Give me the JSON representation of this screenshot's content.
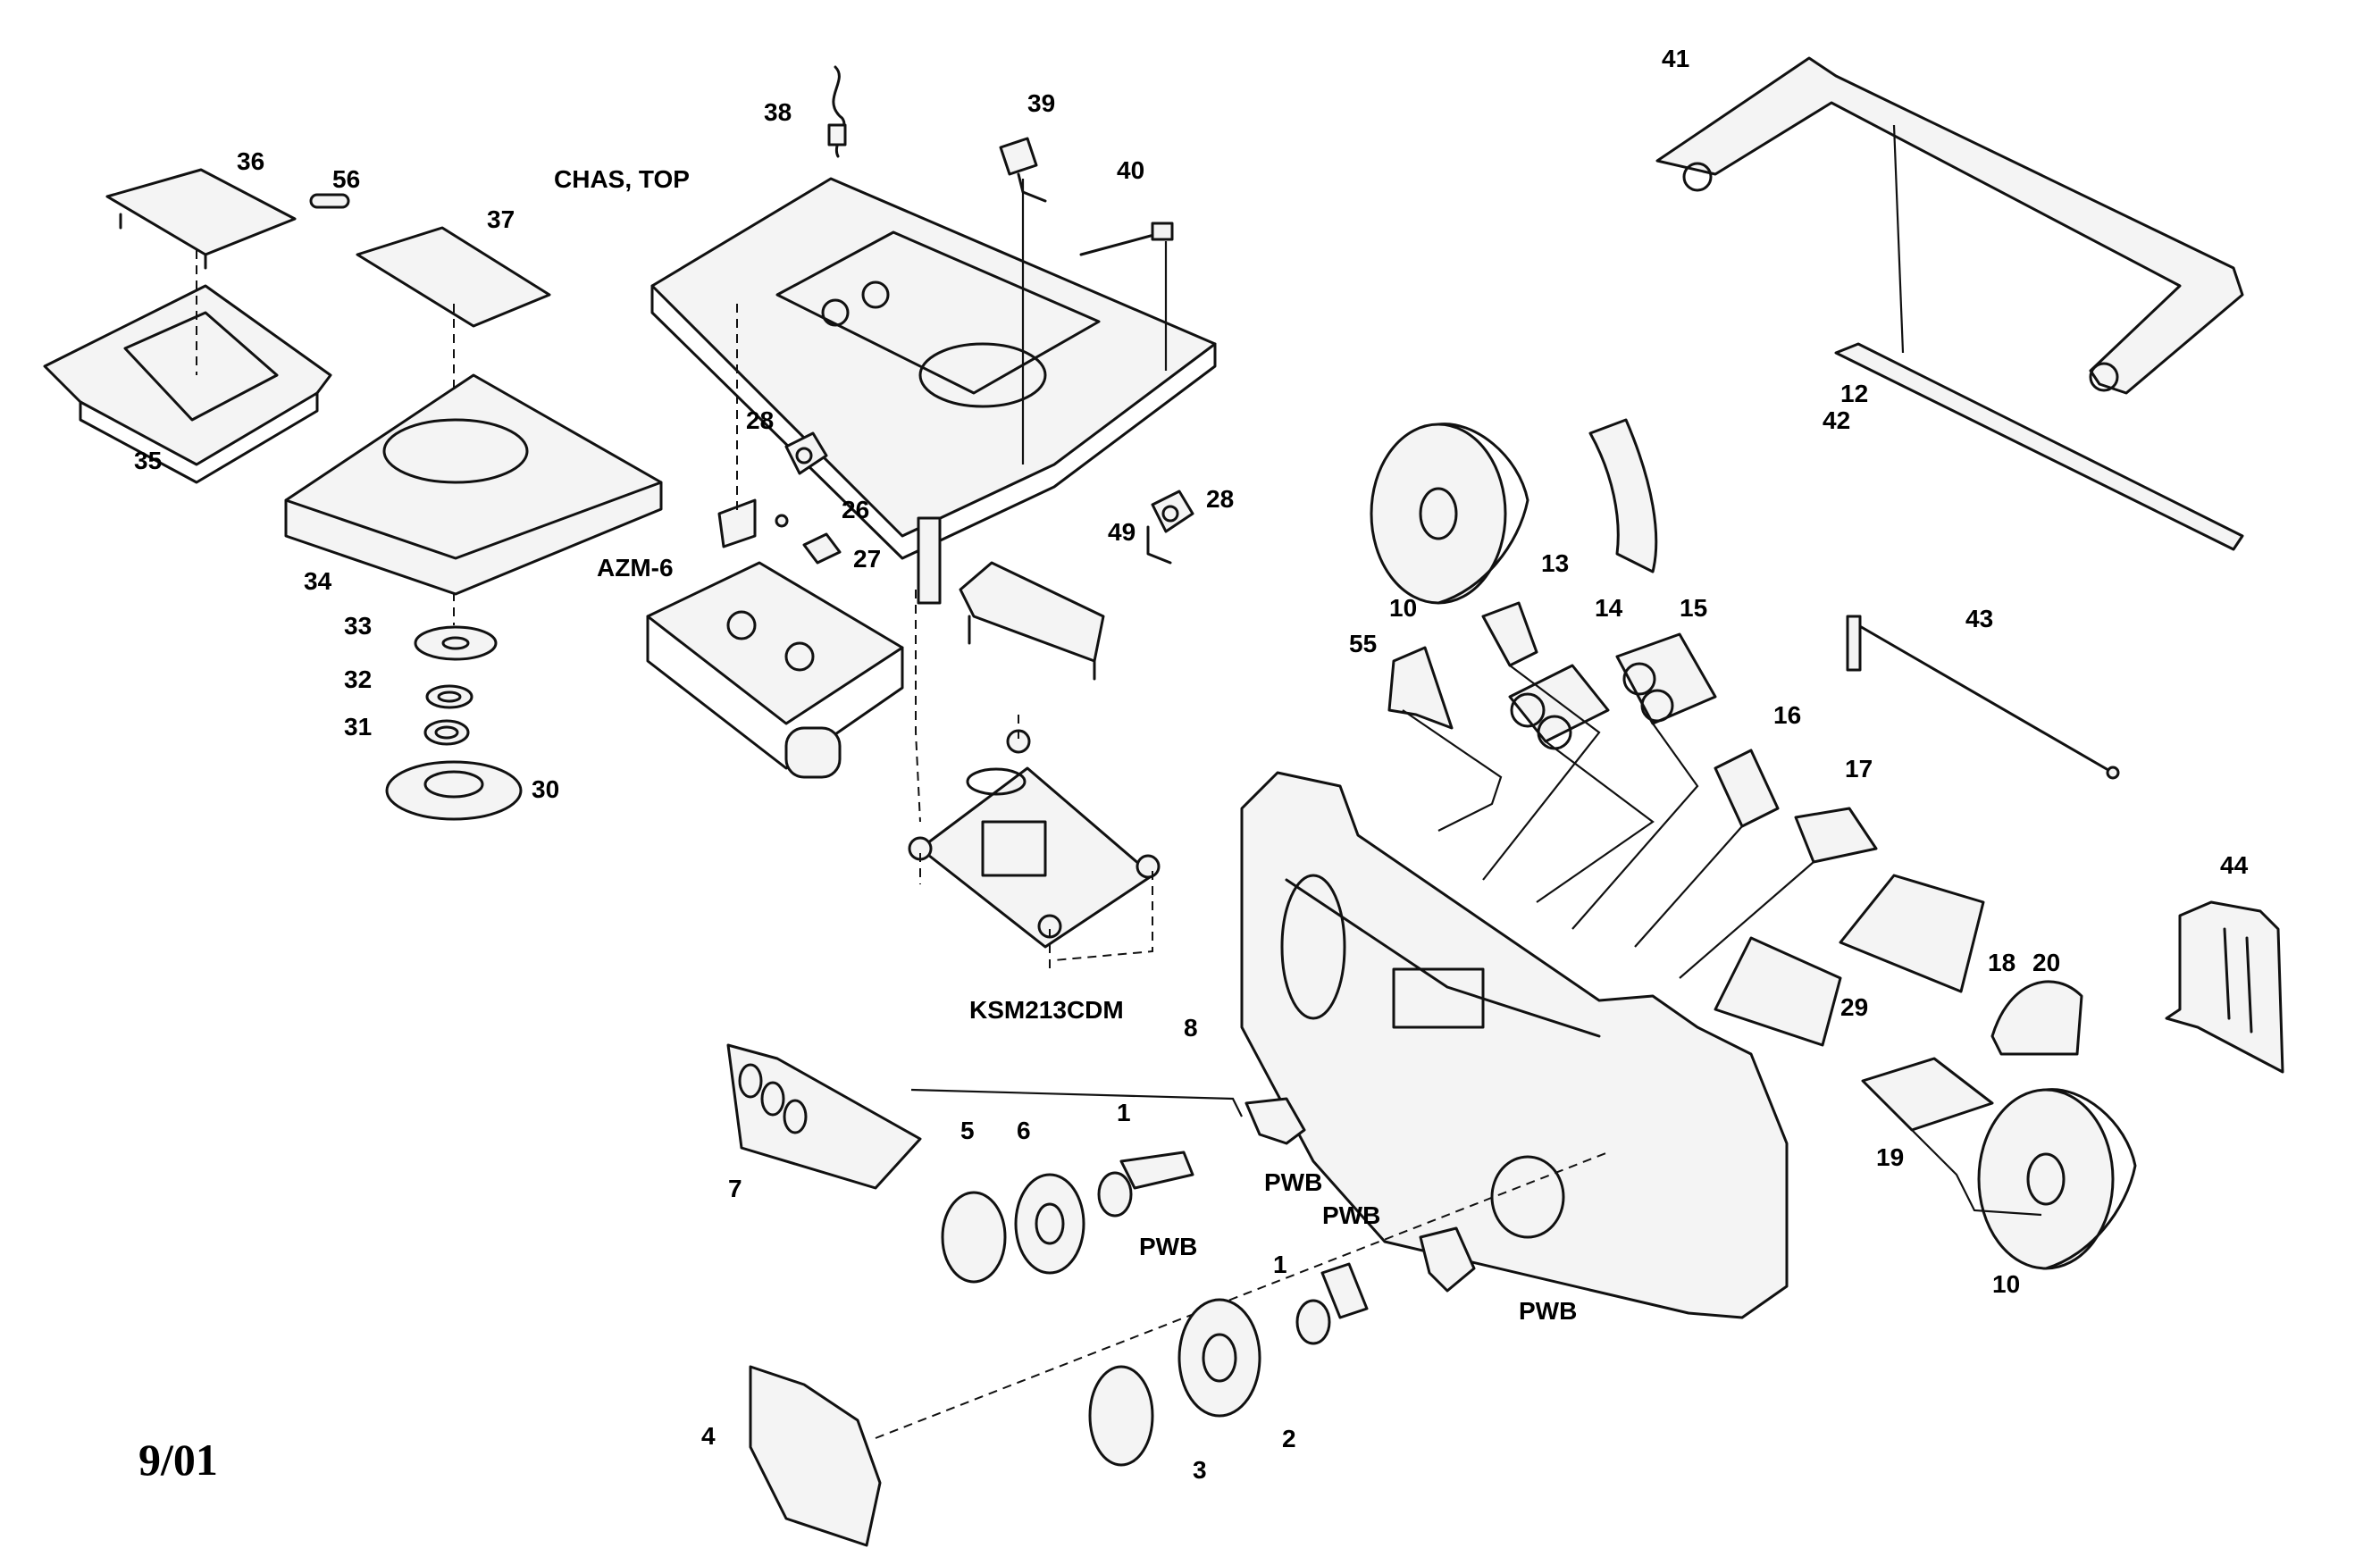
{
  "footer": {
    "date": "9/01"
  },
  "labels": {
    "l1a": "1",
    "l1b": "1",
    "l2": "2",
    "l3": "3",
    "l4": "4",
    "l5": "5",
    "l6": "6",
    "l7": "7",
    "l8": "8",
    "l10a": "10",
    "l10b": "10",
    "l12": "12",
    "l13": "13",
    "l14": "14",
    "l15": "15",
    "l16": "16",
    "l17": "17",
    "l18": "18",
    "l19": "19",
    "l20": "20",
    "l26": "26",
    "l27": "27",
    "l28a": "28",
    "l28b": "28",
    "l29": "29",
    "l30": "30",
    "l31": "31",
    "l32": "32",
    "l33": "33",
    "l34": "34",
    "l35": "35",
    "l36": "36",
    "l37": "37",
    "l38": "38",
    "l39": "39",
    "l40": "40",
    "l41": "41",
    "l42": "42",
    "l43": "43",
    "l44": "44",
    "l49": "49",
    "l55": "55",
    "l56": "56",
    "chas": "CHAS, TOP",
    "azm": "AZM-6",
    "ksm": "KSM213CDM",
    "pwb1": "PWB",
    "pwb2": "PWB",
    "pwb3": "PWB",
    "pwb4": "PWB"
  }
}
